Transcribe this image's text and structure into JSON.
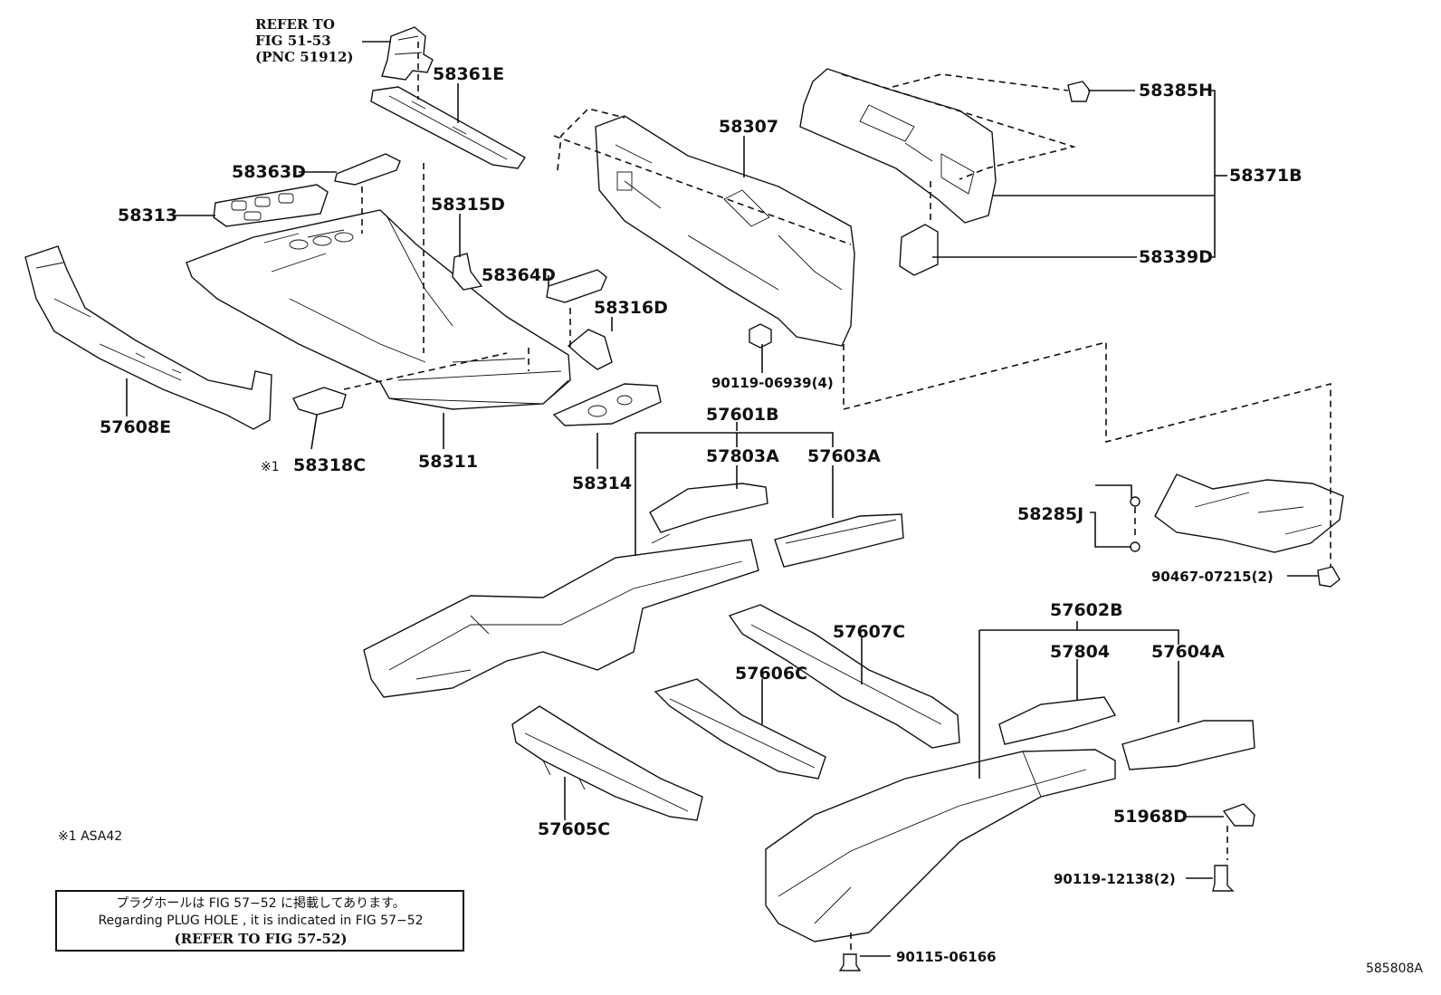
{
  "figure_id": "585808A",
  "refer_note": {
    "line1": "REFER TO",
    "line2": "FIG 51-53",
    "line3": "(PNC 51912)"
  },
  "footnote": "※1 ASA42",
  "marker": "※1",
  "info_box": {
    "jp": "プラグホールは FIG 57−52 に掲載してあります。",
    "en": "Regarding PLUG HOLE , it is indicated in FIG 57−52",
    "ref": "(REFER TO FIG 57-52)"
  },
  "parts": {
    "p58361E": "58361E",
    "p58363D": "58363D",
    "p58313": "58313",
    "p58315D": "58315D",
    "p58364D": "58364D",
    "p58316D": "58316D",
    "p57608E": "57608E",
    "p58318C": "58318C",
    "p58311": "58311",
    "p58314": "58314",
    "p58307": "58307",
    "p90119_06939": "90119-06939(4)",
    "p58385H": "58385H",
    "p58371B": "58371B",
    "p58339D": "58339D",
    "p57601B": "57601B",
    "p57803A": "57803A",
    "p57603A": "57603A",
    "p58285J": "58285J",
    "p90467_07215": "90467-07215(2)",
    "p57602B": "57602B",
    "p57607C": "57607C",
    "p57804": "57804",
    "p57604A": "57604A",
    "p57606C": "57606C",
    "p57605C": "57605C",
    "p51968D": "51968D",
    "p90119_12138": "90119-12138(2)",
    "p90115_06166": "90115-06166"
  }
}
